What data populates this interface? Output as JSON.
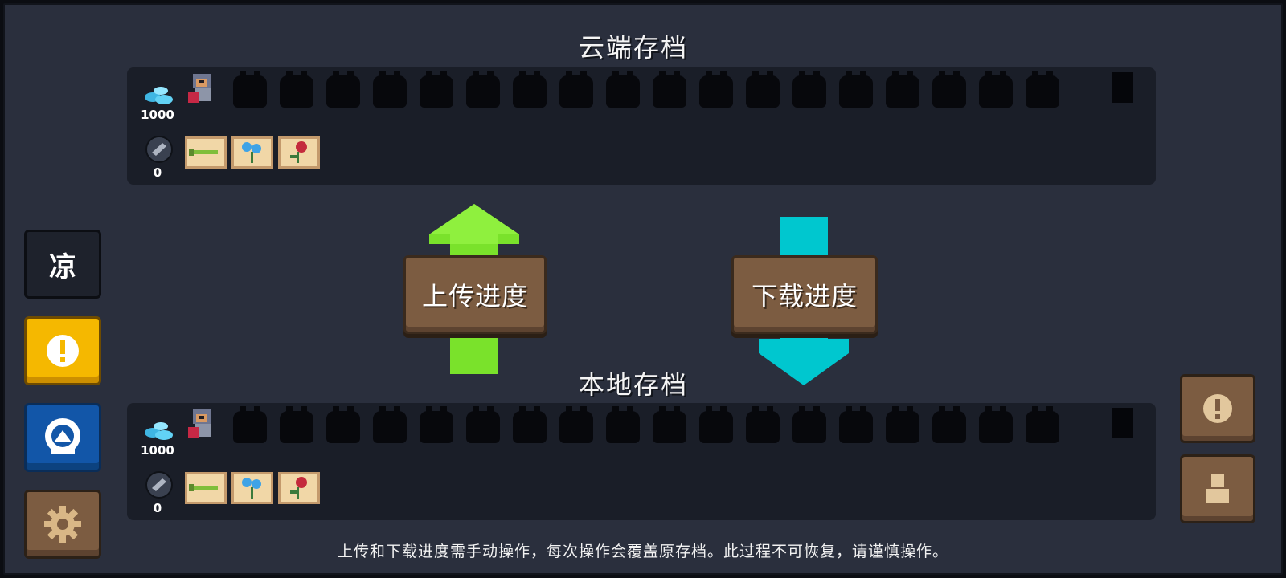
{
  "cloud_save": {
    "title": "云端存档",
    "gems": "1000",
    "coins": "0"
  },
  "local_save": {
    "title": "本地存档",
    "gems": "1000",
    "coins": "0"
  },
  "actions": {
    "upload_label": "上传进度",
    "download_label": "下载进度"
  },
  "sidebar": {
    "top_label": "凉"
  },
  "footer": {
    "note": "上传和下载进度需手动操作，每次操作会覆盖原存档。此过程不可恢复，请谨慎操作。"
  },
  "colors": {
    "upload_arrow": "#7ae22b",
    "download_arrow": "#00c7cf",
    "warning_yellow": "#f5b800",
    "blue_button": "#1256a8",
    "wood": "#7c5c41"
  },
  "icons": {
    "gem": "gem-icon",
    "coin": "fish-coin-icon",
    "hero": "knight-hero-icon",
    "locked_heroes": "locked-hero-silhouette-icon",
    "items": [
      "sword-item-icon",
      "blue-flower-item-icon",
      "red-plant-item-icon"
    ]
  }
}
